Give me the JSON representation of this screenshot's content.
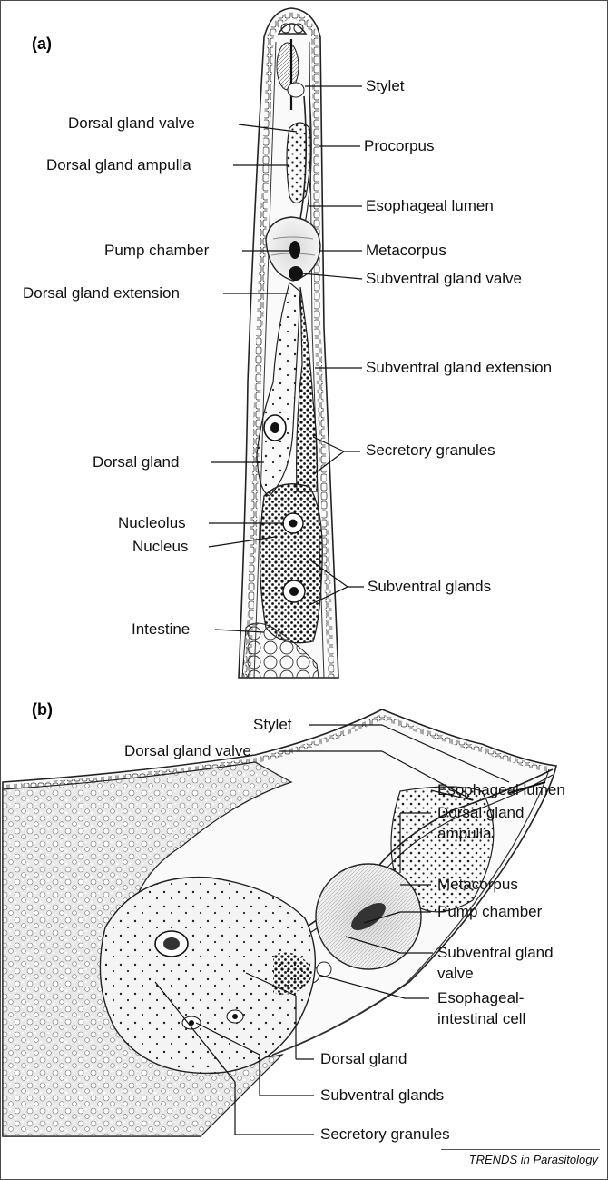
{
  "panel_a": {
    "letter": "(a)",
    "labels": {
      "stylet": "Stylet",
      "dorsal_gland_valve": "Dorsal gland valve",
      "procorpus": "Procorpus",
      "dorsal_gland_ampulla": "Dorsal gland ampulla",
      "esophageal_lumen": "Esophageal lumen",
      "pump_chamber": "Pump chamber",
      "metacorpus": "Metacorpus",
      "subventral_gland_valve": "Subventral gland valve",
      "dorsal_gland_extension": "Dorsal gland extension",
      "subventral_gland_extension": "Subventral gland extension",
      "secretory_granules": "Secretory granules",
      "dorsal_gland": "Dorsal gland",
      "nucleolus": "Nucleolus",
      "nucleus": "Nucleus",
      "subventral_glands": "Subventral glands",
      "intestine": "Intestine"
    }
  },
  "panel_b": {
    "letter": "(b)",
    "labels": {
      "stylet": "Stylet",
      "dorsal_gland_valve": "Dorsal gland valve",
      "esophageal_lumen": "Esophageal lumen",
      "dorsal_gland_ampulla_1": "Dorsal gland",
      "dorsal_gland_ampulla_2": "ampulla",
      "metacorpus": "Metacorpus",
      "pump_chamber": "Pump chamber",
      "subventral_gland_valve_1": "Subventral gland",
      "subventral_gland_valve_2": "valve",
      "esophageal_intestinal_cell_1": "Esophageal-",
      "esophageal_intestinal_cell_2": "intestinal cell",
      "dorsal_gland": "Dorsal gland",
      "subventral_glands": "Subventral glands",
      "secretory_granules": "Secretory granules"
    }
  },
  "footer": {
    "source": "TRENDS in Parasitology"
  }
}
